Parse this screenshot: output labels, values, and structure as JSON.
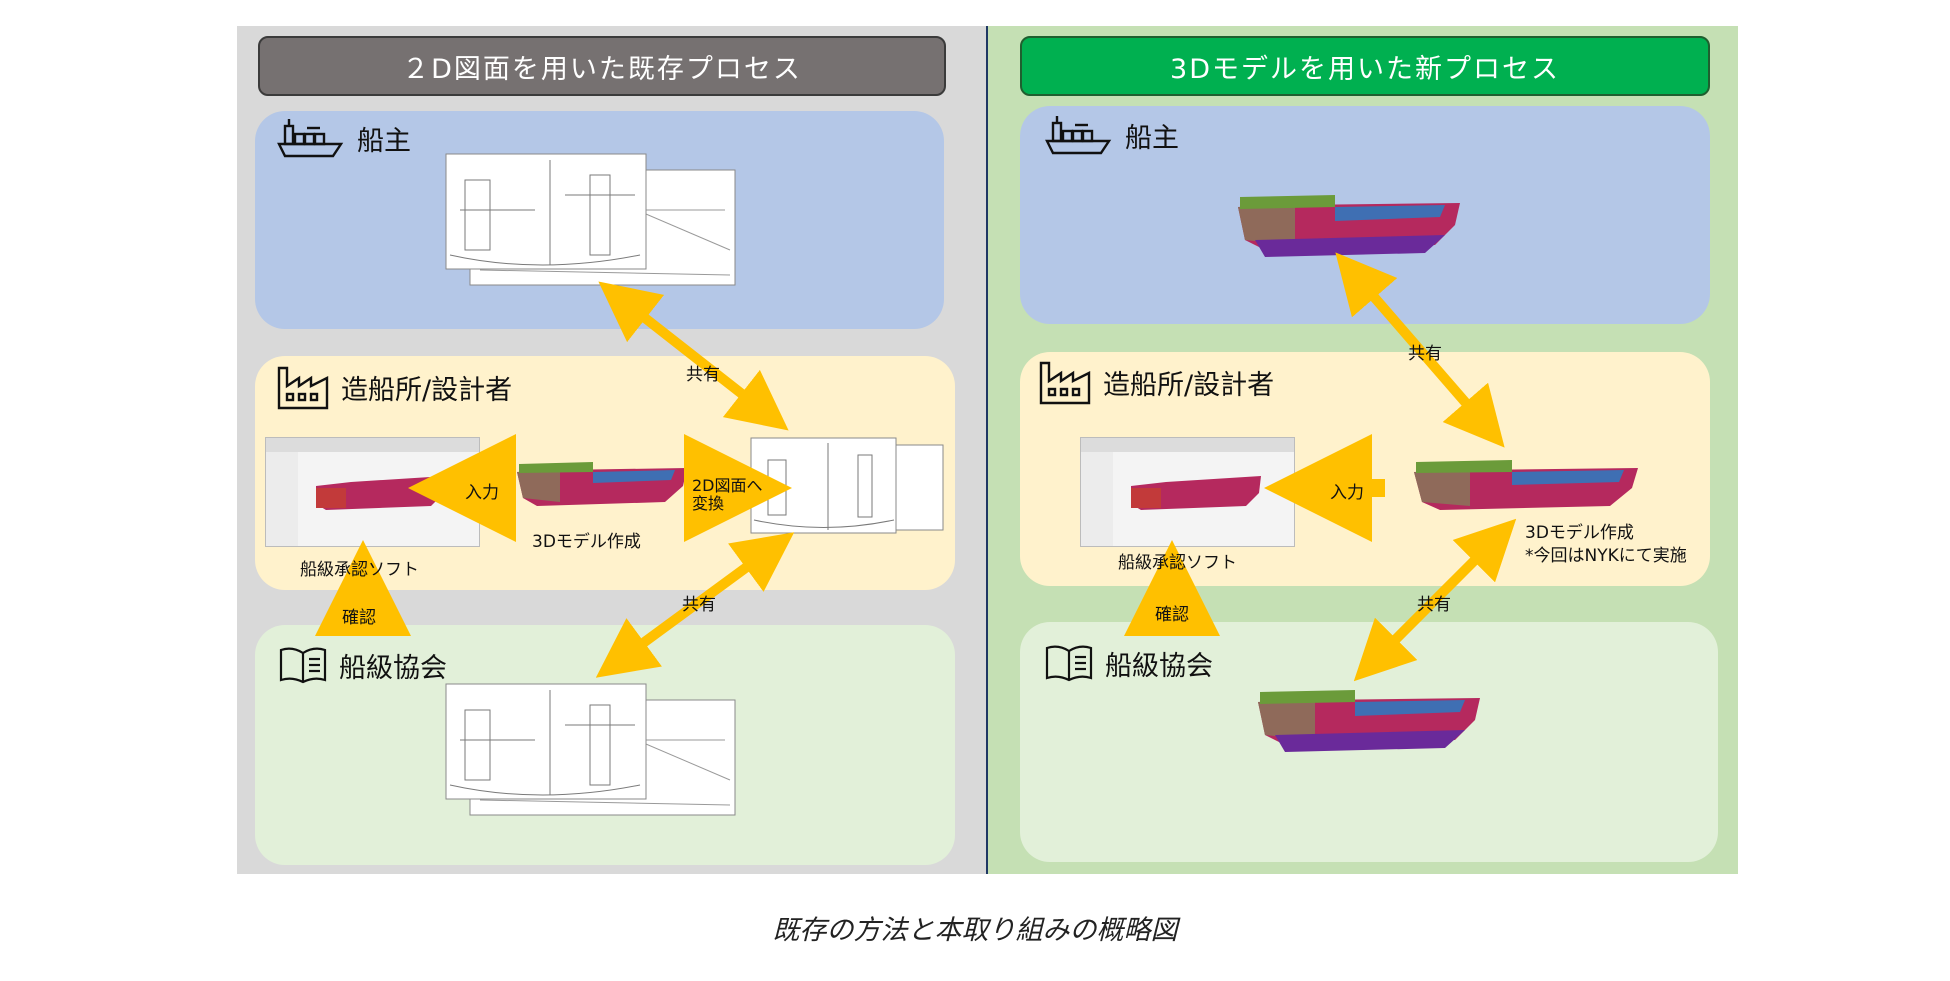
{
  "headers": {
    "left": "２D図面を用いた既存プロセス",
    "right": "3Dモデルを用いた新プロセス"
  },
  "roles": {
    "owner": "船主",
    "shipyard": "造船所/設計者",
    "class_society": "船級協会"
  },
  "labels": {
    "share": "共有",
    "input": "入力",
    "confirm": "確認",
    "convert_to_2d_line1": "2D図面へ",
    "convert_to_2d_line2": "変換",
    "create_3d_model": "3Dモデル作成",
    "class_approval_software": "船級承認ソフト",
    "nyk_note": "*今回はNYKにて実施"
  },
  "caption": "既存の方法と本取り組みの概略図",
  "colors": {
    "left_background": "#d9d9d9",
    "right_background": "#c5e0b4",
    "left_header": "#767171",
    "right_header": "#00b050",
    "owner_zone": "#b4c7e7",
    "shipyard_zone": "#fff2cc",
    "class_zone": "#e2f0d9",
    "arrow": "#ffc000"
  },
  "icons": [
    "ship-icon",
    "factory-icon",
    "book-icon"
  ]
}
